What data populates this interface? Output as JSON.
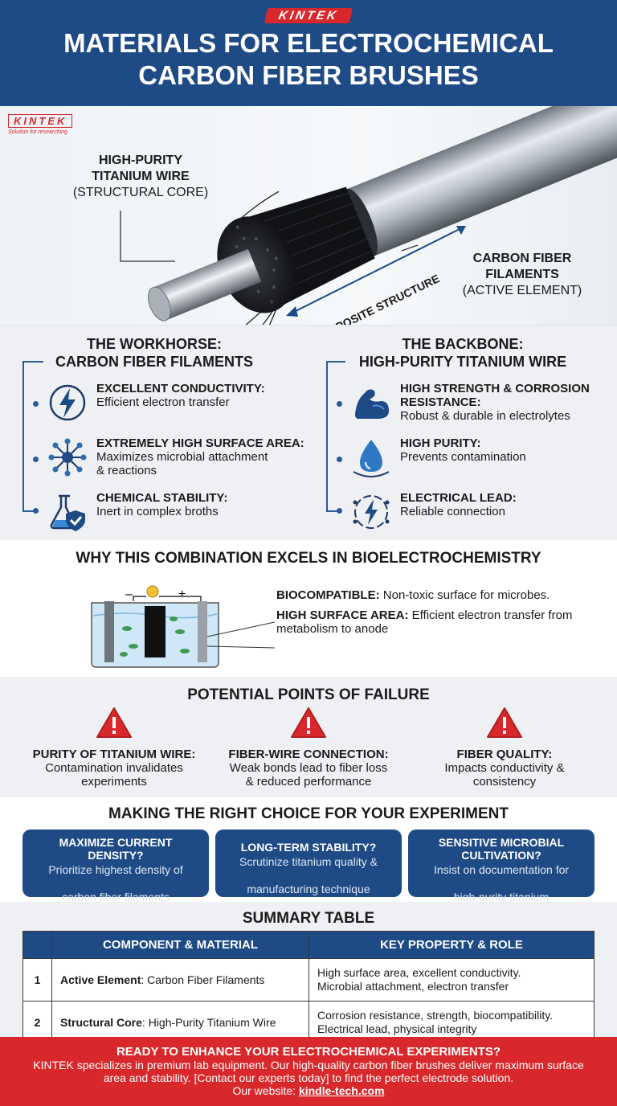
{
  "header": {
    "brand": "KINTEK",
    "title_line1": "MATERIALS FOR ELECTROCHEMICAL",
    "title_line2": "CARBON FIBER BRUSHES"
  },
  "hero": {
    "logo_text": "KINTEK",
    "logo_tagline": "Solution for researching",
    "titanium_label_line1": "HIGH-PURITY",
    "titanium_label_line2": "TITANIUM WIRE",
    "titanium_label_sub": "(STRUCTURAL CORE)",
    "fiber_label_line1": "CARBON FIBER",
    "fiber_label_line2": "FILAMENTS",
    "fiber_label_sub": "(ACTIVE ELEMENT)",
    "arrow_label": "COMPOSITE STRUCTURE"
  },
  "workhorse": {
    "title_line1": "THE WORKHORSE:",
    "title_line2": "CARBON FIBER FILAMENTS",
    "items": [
      {
        "icon": "lightning-icon",
        "title": "EXCELLENT CONDUCTIVITY:",
        "desc": "Efficient electron transfer"
      },
      {
        "icon": "network-icon",
        "title": "EXTREMELY HIGH SURFACE AREA:",
        "desc_line1": "Maximizes microbial attachment",
        "desc_line2": "& reactions"
      },
      {
        "icon": "flask-shield-icon",
        "title": "CHEMICAL STABILITY:",
        "desc": "Inert in complex broths"
      }
    ]
  },
  "backbone": {
    "title_line1": "THE BACKBONE:",
    "title_line2": "HIGH-PURITY TITANIUM WIRE",
    "items": [
      {
        "icon": "flexed-arm-icon",
        "title_line1": "HIGH STRENGTH & CORROSION",
        "title_line2": "RESISTANCE:",
        "desc": "Robust & durable in electrolytes"
      },
      {
        "icon": "water-drop-icon",
        "title": "HIGH PURITY:",
        "desc": "Prevents contamination"
      },
      {
        "icon": "circuit-lightning-icon",
        "title": "ELECTRICAL LEAD:",
        "desc": "Reliable connection"
      }
    ]
  },
  "why": {
    "title": "WHY THIS COMBINATION EXCELS IN BIOELECTROCHEMISTRY",
    "minus": "–",
    "plus": "+",
    "line1_bold": "BIOCOMPATIBLE:",
    "line1_text": " Non-toxic surface for microbes.",
    "line2_bold": "HIGH SURFACE AREA:",
    "line2_text": " Efficient electron transfer from",
    "line2_text2": "metabolism to anode"
  },
  "failure": {
    "title": "POTENTIAL POINTS OF FAILURE",
    "items": [
      {
        "title": "PURITY OF TITANIUM WIRE:",
        "line1": "Contamination invalidates",
        "line2": "experiments"
      },
      {
        "title": "FIBER-WIRE CONNECTION:",
        "line1": "Weak bonds lead to fiber loss",
        "line2": "& reduced performance"
      },
      {
        "title": "FIBER QUALITY:",
        "line1": "Impacts conductivity &",
        "line2": "consistency"
      }
    ]
  },
  "choice": {
    "title": "MAKING THE RIGHT CHOICE FOR YOUR EXPERIMENT",
    "cards": [
      {
        "title_line1": "MAXIMIZE CURRENT",
        "title_line2": "DENSITY?",
        "desc_line1": "Prioritize highest density of",
        "desc_line2": "carbon fiber filaments"
      },
      {
        "title_line1": "LONG-TERM STABILITY?",
        "title_line2": "",
        "desc_line1": "Scrutinize titanium quality &",
        "desc_line2": "manufacturing technique"
      },
      {
        "title_line1": "SENSITIVE MICROBIAL",
        "title_line2": "CULTIVATION?",
        "desc_line1": "Insist on documentation for",
        "desc_line2": "high-purity titanium"
      }
    ]
  },
  "summary": {
    "title": "SUMMARY TABLE",
    "headers": [
      "",
      "COMPONENT & MATERIAL",
      "KEY PROPERTY & ROLE"
    ],
    "rows": [
      {
        "num": "1",
        "comp_bold": "Active Element",
        "comp_text": ": Carbon Fiber Filaments",
        "prop_line1": "High surface area, excellent conductivity.",
        "prop_line2": "Microbial attachment, electron transfer"
      },
      {
        "num": "2",
        "comp_bold": "Structural Core",
        "comp_text": ": High-Purity Titanium Wire",
        "prop_line1": "Corrosion resistance, strength, biocompatibility.",
        "prop_line2": "Electrical lead, physical integrity"
      }
    ]
  },
  "footer": {
    "title": "READY TO ENHANCE YOUR ELECTROCHEMICAL EXPERIMENTS?",
    "line1": "KINTEK specializes in premium lab equipment. Our high-quality carbon fiber brushes deliver maximum surface",
    "line2": "area and stability. [Contact our experts today] to find the perfect electrode solution.",
    "website_label": "Our website: ",
    "website_link": "kindle-tech.com"
  },
  "colors": {
    "navy": "#1e4a86",
    "red": "#d8282b",
    "panel": "#eef0f3"
  }
}
